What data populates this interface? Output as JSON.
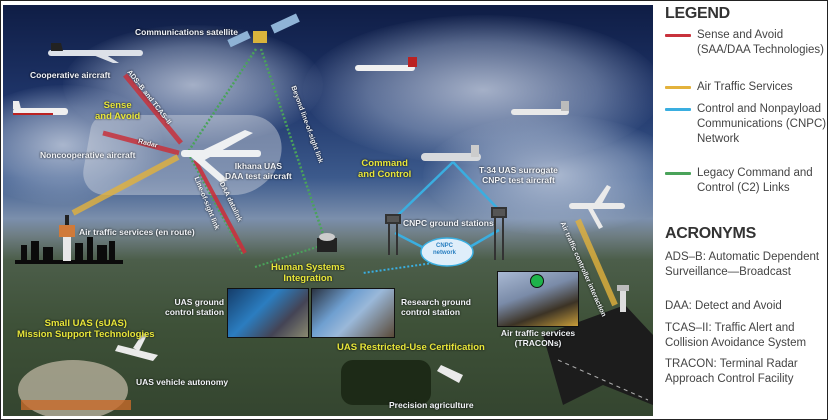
{
  "diagram": {
    "labels": {
      "communications_satellite": "Communications satellite",
      "cooperative_aircraft": "Cooperative aircraft",
      "noncooperative_aircraft": "Noncooperative aircraft",
      "ikhana_line1": "Ikhana UAS",
      "ikhana_line2": "DAA test aircraft",
      "t34_line1": "T-34 UAS surrogate",
      "t34_line2": "CNPC test aircraft",
      "cnpc_ground_stations": "CNPC ground stations",
      "cnpc_network_line1": "CNPC",
      "cnpc_network_line2": "network",
      "air_traffic_en_route": "Air traffic services (en route)",
      "uas_gcs_line1": "UAS ground",
      "uas_gcs_line2": "control station",
      "research_gcs_line1": "Research ground",
      "research_gcs_line2": "control station",
      "tracon_line1": "Air traffic services",
      "tracon_line2": "(TRACONs)",
      "uas_vehicle_autonomy": "UAS vehicle autonomy",
      "precision_agriculture": "Precision agriculture"
    },
    "link_labels": {
      "adsb_tcas": "ADS–B and TCAS–II",
      "radar": "Radar",
      "beyond_los": "Beyond line-of-sight link",
      "line_of_sight": "Line-of-sight link",
      "daa_datalink": "DAA datalink",
      "atc_interaction": "Air traffic controller interaction"
    },
    "focus_areas": {
      "sense_and_avoid_line1": "Sense",
      "sense_and_avoid_line2": "and Avoid",
      "command_control_line1": "Command",
      "command_control_line2": "and Control",
      "hsi_line1": "Human Systems",
      "hsi_line2": "Integration",
      "suas_line1": "Small UAS (sUAS)",
      "suas_line2": "Mission Support Technologies",
      "restricted_use": "UAS Restricted-Use Certification"
    },
    "colors": {
      "sense_avoid": "#c8323c",
      "air_traffic": "#e3b23c",
      "cnpc": "#3aaee0",
      "legacy_c2": "#4aa35a",
      "focus_label": "#e8e63a"
    }
  },
  "legend": {
    "title": "LEGEND",
    "items": [
      {
        "label": "Sense and Avoid (SAA/DAA Technologies)",
        "color": "#c8323c"
      },
      {
        "label": "Air Traffic Services",
        "color": "#e3b23c"
      },
      {
        "label": "Control and Nonpayload Communications (CNPC) Network",
        "color": "#3aaee0"
      },
      {
        "label": "Legacy Command and Control (C2) Links",
        "color": "#4aa35a"
      }
    ]
  },
  "acronyms": {
    "title": "ACRONYMS",
    "items": [
      {
        "text": "ADS–B: Automatic Dependent Surveillance—Broadcast"
      },
      {
        "text": "DAA: Detect and Avoid"
      },
      {
        "text": "TCAS–II: Traffic Alert and Collision Avoidance System"
      },
      {
        "text": "TRACON: Terminal Radar Approach Control Facility"
      }
    ]
  }
}
